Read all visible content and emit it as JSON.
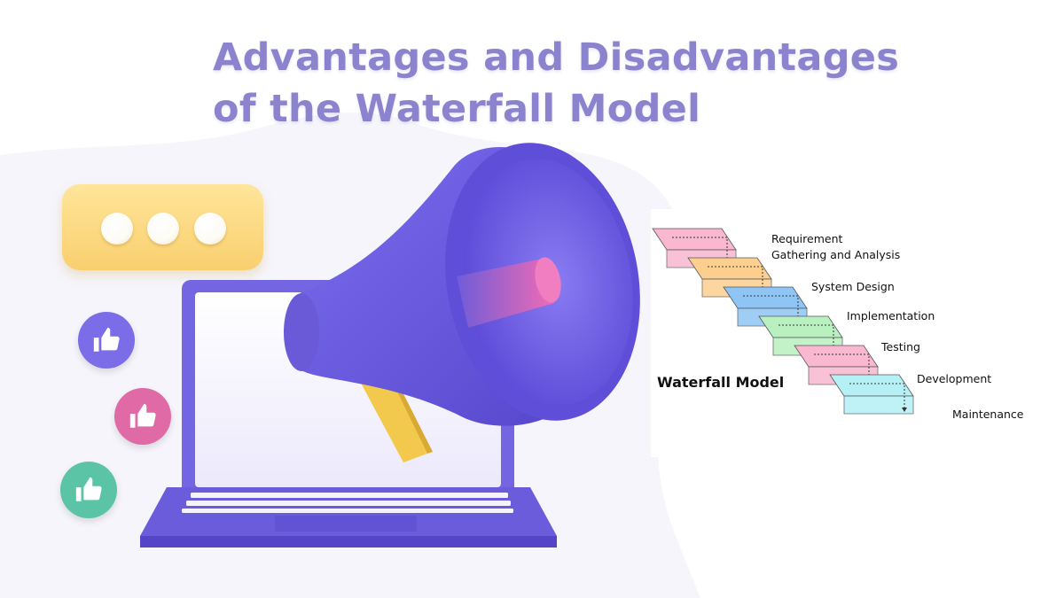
{
  "title": {
    "line1": "Advantages and Disadvantages",
    "line2": "of the Waterfall Model"
  },
  "chat_bubble": {
    "dots": 3,
    "color": "#f9cf6e"
  },
  "reactions": [
    {
      "icon": "thumbs-up-icon",
      "color": "#7b6ce8"
    },
    {
      "icon": "thumbs-up-icon",
      "color": "#e06aa6"
    },
    {
      "icon": "thumbs-up-icon",
      "color": "#5cc4a6"
    }
  ],
  "illustration": {
    "laptop_color": "#7a6be6",
    "megaphone_color": "#6b5ce0",
    "mouthpiece_color": "#e05aa8",
    "handle_color": "#f2c94c"
  },
  "diagram": {
    "title": "Waterfall Model",
    "stages": [
      {
        "label": "Requirement\nGathering and Analysis",
        "color": "#f9b7d0"
      },
      {
        "label": "System Design",
        "color": "#fccf8e"
      },
      {
        "label": "Implementation",
        "color": "#8ec5f5"
      },
      {
        "label": "Testing",
        "color": "#b9f0c0"
      },
      {
        "label": "Development",
        "color": "#f9b7d0"
      },
      {
        "label": "Maintenance",
        "color": "#b5f0f5"
      }
    ]
  }
}
